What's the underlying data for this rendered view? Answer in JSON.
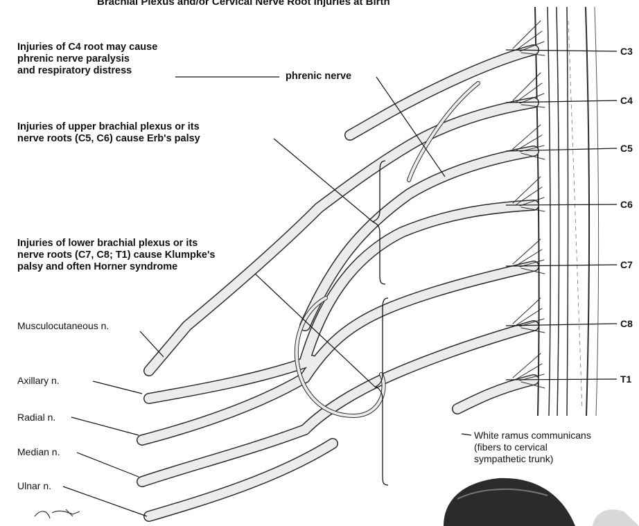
{
  "title": "Brachial Plexus and/or Cervical Nerve Root Injuries at Birth",
  "annotations": {
    "c4_injury": [
      "Injuries of C4 root may cause",
      "phrenic nerve paralysis",
      "and respiratory distress"
    ],
    "phrenic_nerve": "phrenic nerve",
    "erb": [
      "Injuries of upper brachial plexus or its",
      "nerve roots (C5, C6) cause Erb's palsy"
    ],
    "klumpke": [
      "Injuries of lower brachial plexus or its",
      "nerve roots (C7, C8; T1) cause Klumpke's",
      "palsy and often Horner syndrome"
    ],
    "white_ramus": [
      "White ramus communicans",
      "(fibers to cervical",
      "sympathetic trunk)"
    ]
  },
  "nerve_roots": [
    "C3",
    "C4",
    "C5",
    "C6",
    "C7",
    "C8",
    "T1"
  ],
  "peripheral_nerves": [
    "Musculocutaneous n.",
    "Axillary n.",
    "Radial n.",
    "Median n.",
    "Ulnar n."
  ],
  "signature": "F. Netter",
  "colors": {
    "ink": "#111111",
    "nerve_fill": "#ececec",
    "nerve_outline": "#2a2a2a",
    "cord_fill": "#e4e4e4",
    "hair": "#2b2b2b"
  }
}
